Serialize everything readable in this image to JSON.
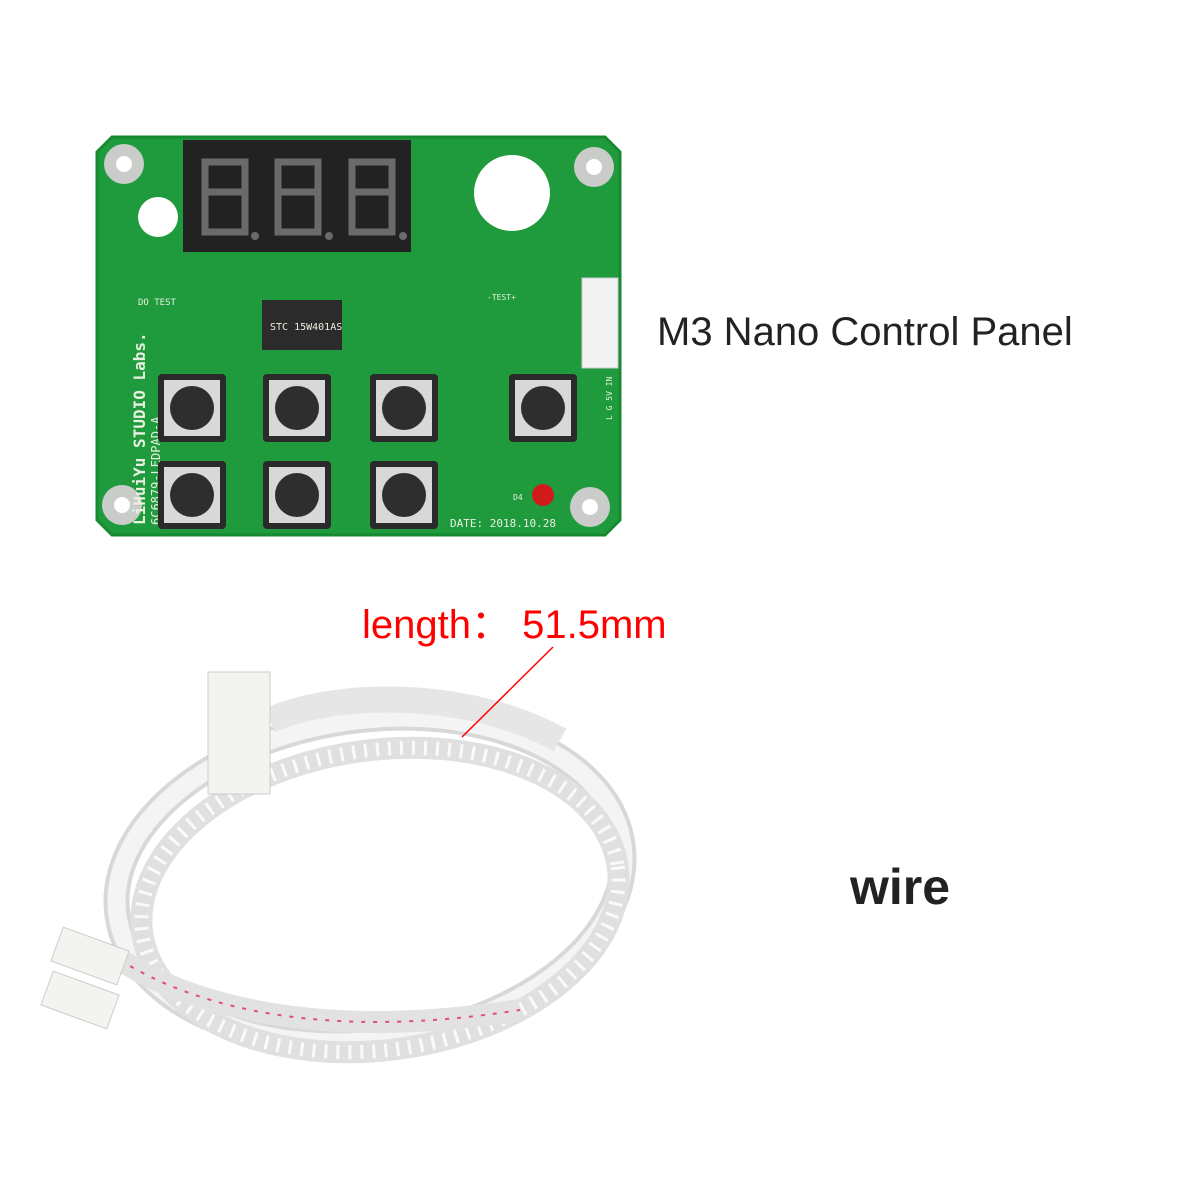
{
  "product": {
    "title": "M3 Nano Control Panel",
    "wire_label": "wire",
    "length_label": "length： 51.5mm"
  },
  "pcb_silkscreen": {
    "brand": "LiHuiYu STUDIO Labs.",
    "model": "6C6879-LEDPAD-A",
    "date": "DATE: 2018.10.28",
    "chip": "STC 15W401AS",
    "header": "DO TEST",
    "test": "-TEST+",
    "led": "D4",
    "connector_pins": "L G 5V IN"
  },
  "colors": {
    "pcb": "#1f9a3c",
    "annotation": "#ff0000",
    "text": "#222222"
  },
  "button_count": 7
}
